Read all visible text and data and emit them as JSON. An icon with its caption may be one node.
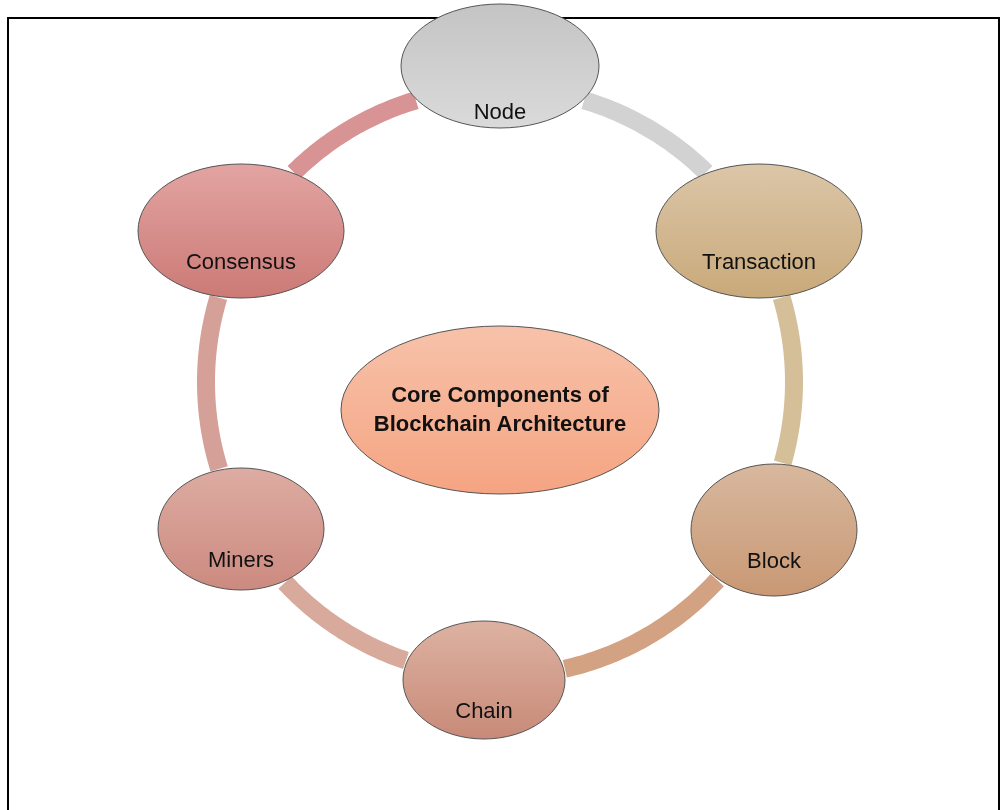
{
  "diagram": {
    "nodes": [
      {
        "text": [
          "Core Components of Blockchain Architecture"
        ]
      },
      {
        "text": [
          "Node"
        ]
      },
      {
        "text": [
          "Transaction"
        ]
      },
      {
        "text": [
          "Block"
        ]
      },
      {
        "text": [
          "Chain"
        ]
      },
      {
        "text": [
          "Miners"
        ]
      },
      {
        "text": [
          "Consensus"
        ]
      }
    ],
    "edges": [
      {
        "from": 1,
        "to": 2,
        "arrow": "none",
        "color": "#d2d2d2"
      },
      {
        "from": 2,
        "to": 3,
        "arrow": "none",
        "color": "#d4bf98"
      },
      {
        "from": 3,
        "to": 4,
        "arrow": "none",
        "color": "#d2a282"
      },
      {
        "from": 4,
        "to": 5,
        "arrow": "none",
        "color": "#d8aa9c"
      },
      {
        "from": 5,
        "to": 6,
        "arrow": "none",
        "color": "#d4a098"
      },
      {
        "from": 6,
        "to": 1,
        "arrow": "none",
        "color": "#d89494"
      }
    ]
  }
}
